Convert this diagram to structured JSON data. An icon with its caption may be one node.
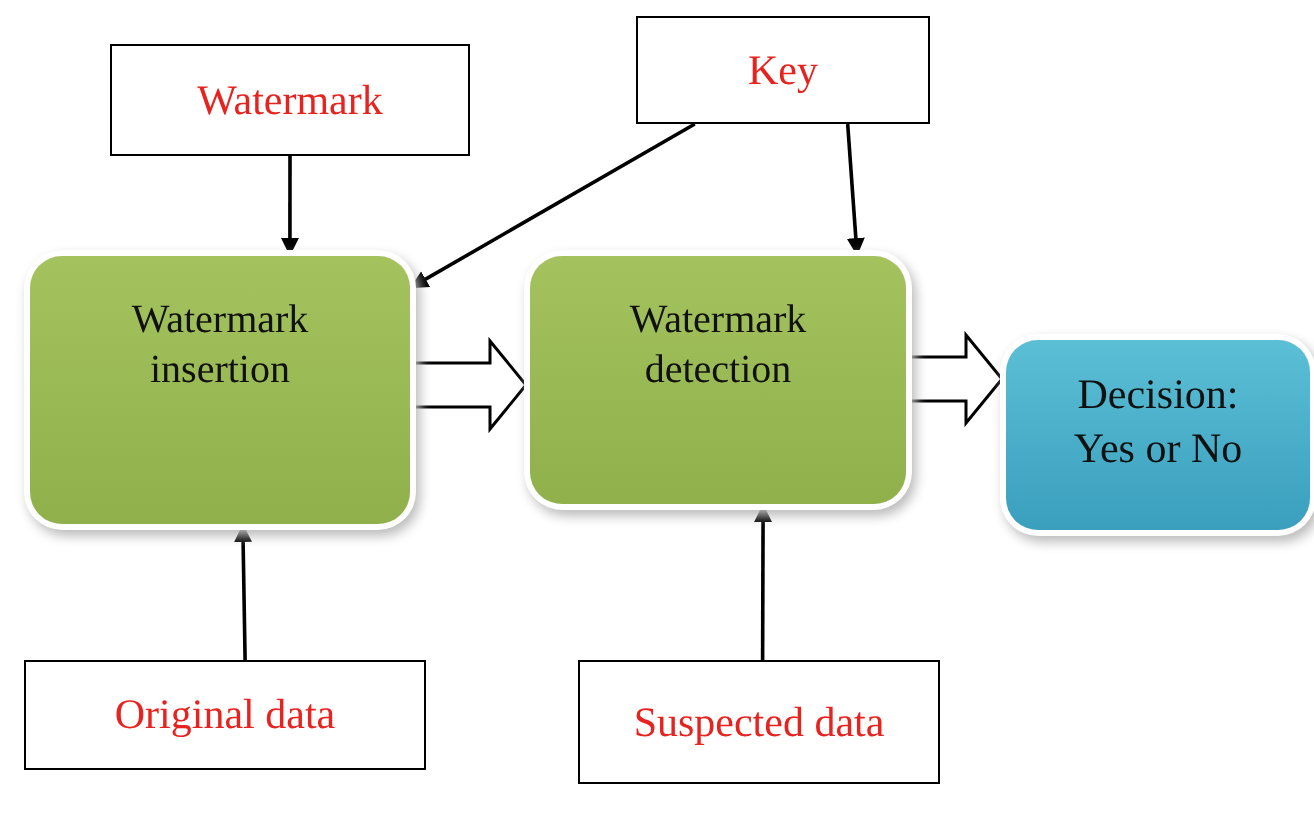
{
  "diagram": {
    "nodes": [
      {
        "text": [
          "Watermark"
        ]
      },
      {
        "text": [
          "Key"
        ]
      },
      {
        "text": [
          "Watermark insertion"
        ]
      },
      {
        "text": [
          "Watermark detection"
        ]
      },
      {
        "text": [
          "Decision: Yes or No"
        ]
      },
      {
        "text": [
          "Original data"
        ]
      },
      {
        "text": [
          "Suspected data"
        ]
      }
    ],
    "edges": [
      {
        "from": 0,
        "to": 2,
        "arrow": "to"
      },
      {
        "from": 1,
        "to": 2,
        "arrow": "to"
      },
      {
        "from": 1,
        "to": 3,
        "arrow": "to"
      },
      {
        "from": 2,
        "to": 3,
        "arrow": "to",
        "style": "thick"
      },
      {
        "from": 3,
        "to": 4,
        "arrow": "to",
        "style": "thick"
      },
      {
        "from": 5,
        "to": 2,
        "arrow": "to"
      },
      {
        "from": 6,
        "to": 3,
        "arrow": "to"
      }
    ]
  }
}
